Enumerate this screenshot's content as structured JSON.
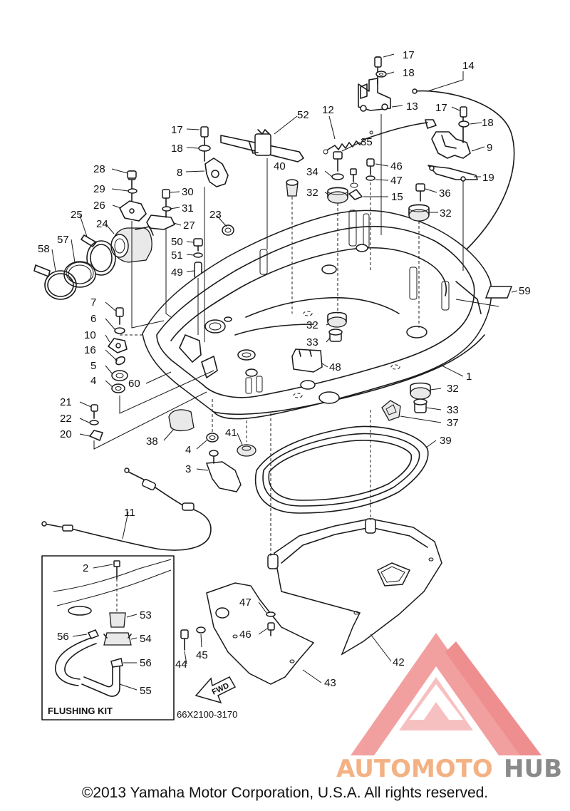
{
  "diagram": {
    "labels": [
      "17",
      "18",
      "14",
      "13",
      "12",
      "52",
      "17",
      "18",
      "9",
      "35",
      "46",
      "47",
      "19",
      "36",
      "15",
      "34",
      "32",
      "32",
      "40",
      "17",
      "18",
      "8",
      "28",
      "29",
      "30",
      "26",
      "31",
      "27",
      "23",
      "25",
      "24",
      "57",
      "58",
      "50",
      "51",
      "49",
      "7",
      "6",
      "10",
      "16",
      "5",
      "4",
      "60",
      "21",
      "22",
      "20",
      "38",
      "4",
      "41",
      "3",
      "59",
      "1",
      "32",
      "33",
      "48",
      "32",
      "33",
      "37",
      "39",
      "11",
      "42",
      "43",
      "47",
      "46",
      "45",
      "44",
      "2",
      "53",
      "56",
      "54",
      "56",
      "55"
    ],
    "kit_title": "FLUSHING KIT",
    "drawing_number": "66X2100-3170",
    "fwd": "FWD"
  },
  "watermark": {
    "part1": "AUTOMOTO",
    "part2": "HUB",
    "color1": "#f4b183",
    "color2": "#8a8a8a",
    "logo_color": "#f08f8f"
  },
  "copyright": "©2013 Yamaha Motor Corporation, U.S.A. All rights reserved."
}
